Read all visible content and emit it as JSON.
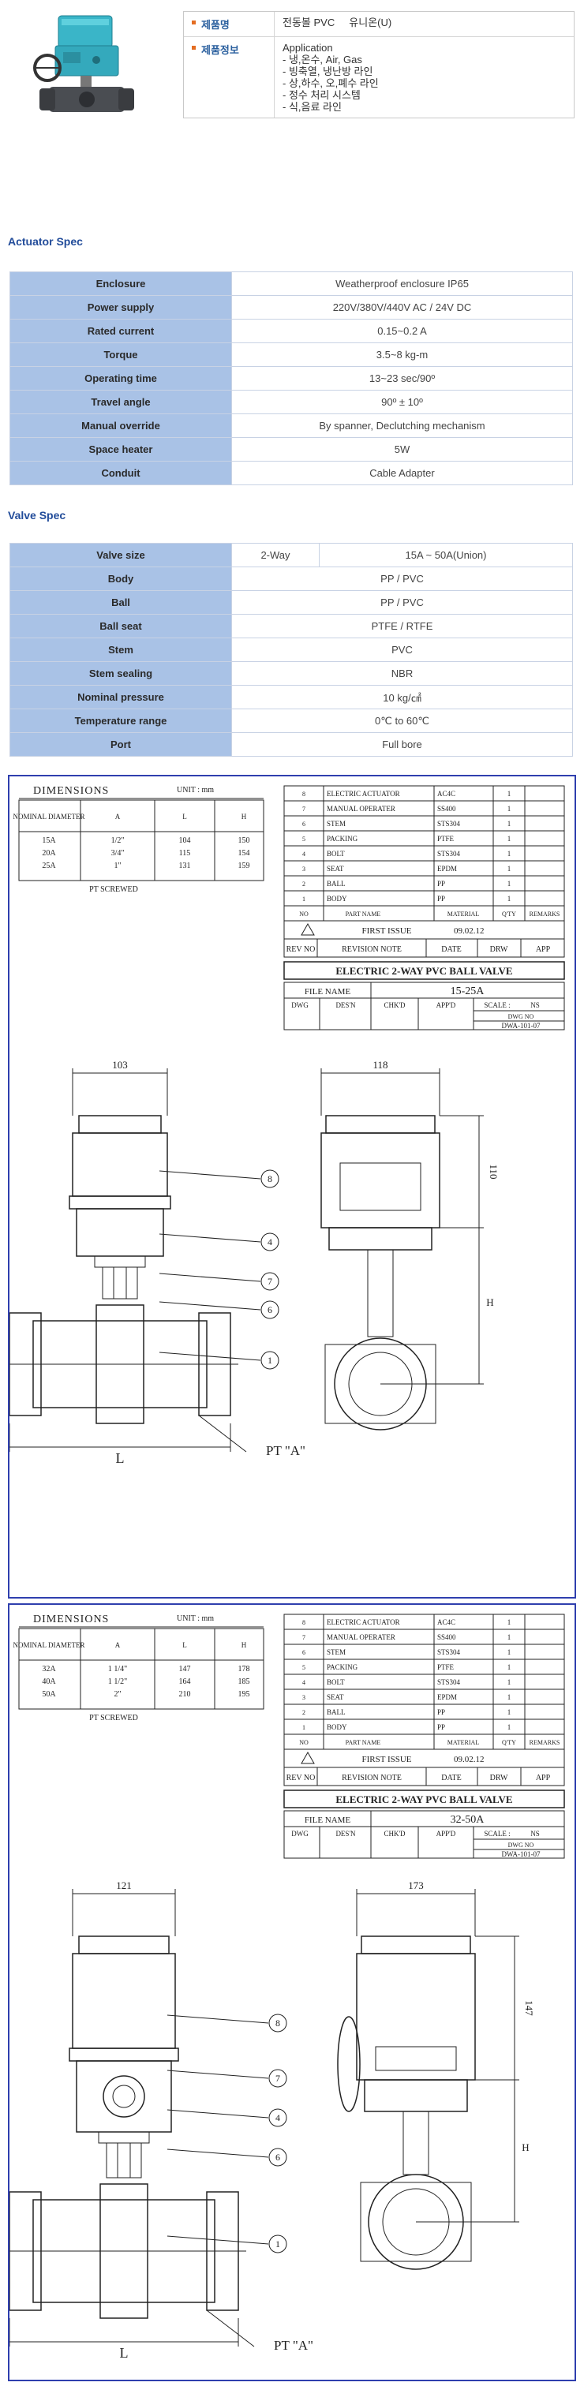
{
  "product": {
    "name_label": "제품명",
    "name_value": "전동볼 PVC     유니온(U)",
    "info_label": "제품정보",
    "info_lines": [
      "Application",
      "- 냉,온수, Air, Gas",
      "- 빙축열, 냉난방 라인",
      "- 상,하수, 오,폐수 라인",
      "- 정수 처리 시스템",
      "- 식,음료 라인"
    ]
  },
  "actuator_spec": {
    "title": "Actuator Spec",
    "rows": [
      {
        "label": "Enclosure",
        "value": "Weatherproof enclosure IP65"
      },
      {
        "label": "Power supply",
        "value": "220V/380V/440V AC / 24V DC"
      },
      {
        "label": "Rated current",
        "value": "0.15~0.2 A"
      },
      {
        "label": "Torque",
        "value": "3.5~8 kg-m"
      },
      {
        "label": "Operating time",
        "value": "13~23 sec/90º"
      },
      {
        "label": "Travel angle",
        "value": "90º ± 10º"
      },
      {
        "label": "Manual override",
        "value": "By spanner, Declutching mechanism"
      },
      {
        "label": "Space heater",
        "value": "5W"
      },
      {
        "label": "Conduit",
        "value": "Cable Adapter"
      }
    ]
  },
  "valve_spec": {
    "title": "Valve Spec",
    "size_row": {
      "label": "Valve size",
      "type": "2-Way",
      "value": "15A ~ 50A(Union)"
    },
    "rows": [
      {
        "label": "Body",
        "value": "PP / PVC"
      },
      {
        "label": "Ball",
        "value": "PP / PVC"
      },
      {
        "label": "Ball seat",
        "value": "PTFE / RTFE"
      },
      {
        "label": "Stem",
        "value": "PVC"
      },
      {
        "label": "Stem sealing",
        "value": "NBR"
      },
      {
        "label": "Nominal pressure",
        "value": "10 kg/㎠"
      },
      {
        "label": "Temperature range",
        "value": "0℃ to 60℃"
      },
      {
        "label": "Port",
        "value": "Full bore"
      }
    ]
  },
  "drawings": [
    {
      "dim_title": "DIMENSIONS",
      "unit": "UNIT : mm",
      "dim_headers": [
        "NOMINAL DIAMETER",
        "A",
        "L",
        "H"
      ],
      "dim_rows": [
        [
          "15A",
          "1/2\"",
          "104",
          "150"
        ],
        [
          "20A",
          "3/4\"",
          "115",
          "154"
        ],
        [
          "25A",
          "1\"",
          "131",
          "159"
        ]
      ],
      "pt_note": "PT SCREWED",
      "parts": [
        {
          "no": "8",
          "name": "ELECTRIC ACTUATOR",
          "mat": "AC4C",
          "qty": "1"
        },
        {
          "no": "7",
          "name": "MANUAL OPERATER",
          "mat": "SS400",
          "qty": "1"
        },
        {
          "no": "6",
          "name": "STEM",
          "mat": "STS304",
          "qty": "1"
        },
        {
          "no": "5",
          "name": "PACKING",
          "mat": "PTFE",
          "qty": "1"
        },
        {
          "no": "4",
          "name": "BOLT",
          "mat": "STS304",
          "qty": "1"
        },
        {
          "no": "3",
          "name": "SEAT",
          "mat": "EPDM",
          "qty": "1"
        },
        {
          "no": "2",
          "name": "BALL",
          "mat": "PP",
          "qty": "1"
        },
        {
          "no": "1",
          "name": "BODY",
          "mat": "PP",
          "qty": "1"
        }
      ],
      "parts_headers": [
        "NO",
        "PART NAME",
        "MATERIAL",
        "Q'TY",
        "REMARKS"
      ],
      "first_issue": "FIRST    ISSUE",
      "issue_date": "09.02.12",
      "rev_headers": [
        "REV NO",
        "REVISION   NOTE",
        "DATE",
        "DRW",
        "APP"
      ],
      "drawing_title": "ELECTRIC 2-WAY PVC BALL VALVE",
      "file_name_label": "FILE NAME",
      "file_name": "15-25A",
      "sign_headers": [
        "DWG",
        "DES'N",
        "CHK'D",
        "APP'D",
        "SCALE :"
      ],
      "scale": "NS",
      "dwg_no_label": "DWG    NO",
      "dwg_no": "DWA-101-07",
      "dim_front_width": "103",
      "dim_side_width": "118",
      "dim_height_upper": "110",
      "dim_H": "H",
      "dim_L": "L",
      "pt_a": "PT \"A\"",
      "callouts": [
        "8",
        "4",
        "7",
        "6",
        "1"
      ]
    },
    {
      "dim_title": "DIMENSIONS",
      "unit": "UNIT : mm",
      "dim_headers": [
        "NOMINAL DIAMETER",
        "A",
        "L",
        "H"
      ],
      "dim_rows": [
        [
          "32A",
          "1 1/4\"",
          "147",
          "178"
        ],
        [
          "40A",
          "1 1/2\"",
          "164",
          "185"
        ],
        [
          "50A",
          "2\"",
          "210",
          "195"
        ]
      ],
      "pt_note": "PT SCREWED",
      "parts": [
        {
          "no": "8",
          "name": "ELECTRIC ACTUATOR",
          "mat": "AC4C",
          "qty": "1"
        },
        {
          "no": "7",
          "name": "MANUAL OPERATER",
          "mat": "SS400",
          "qty": "1"
        },
        {
          "no": "6",
          "name": "STEM",
          "mat": "STS304",
          "qty": "1"
        },
        {
          "no": "5",
          "name": "PACKING",
          "mat": "PTFE",
          "qty": "1"
        },
        {
          "no": "4",
          "name": "BOLT",
          "mat": "STS304",
          "qty": "1"
        },
        {
          "no": "3",
          "name": "SEAT",
          "mat": "EPDM",
          "qty": "1"
        },
        {
          "no": "2",
          "name": "BALL",
          "mat": "PP",
          "qty": "1"
        },
        {
          "no": "1",
          "name": "BODY",
          "mat": "PP",
          "qty": "1"
        }
      ],
      "parts_headers": [
        "NO",
        "PART NAME",
        "MATERIAL",
        "Q'TY",
        "REMARKS"
      ],
      "first_issue": "FIRST    ISSUE",
      "issue_date": "09.02.12",
      "rev_headers": [
        "REV NO",
        "REVISION   NOTE",
        "DATE",
        "DRW",
        "APP"
      ],
      "drawing_title": "ELECTRIC 2-WAY PVC BALL VALVE",
      "file_name_label": "FILE NAME",
      "file_name": "32-50A",
      "sign_headers": [
        "DWG",
        "DES'N",
        "CHK'D",
        "APP'D",
        "SCALE :"
      ],
      "scale": "NS",
      "dwg_no_label": "DWG    NO",
      "dwg_no": "DWA-101-07",
      "dim_front_width": "121",
      "dim_side_width": "173",
      "dim_height_upper": "147",
      "dim_H": "H",
      "dim_L": "L",
      "pt_a": "PT \"A\"",
      "callouts": [
        "8",
        "7",
        "4",
        "6",
        "1"
      ]
    }
  ],
  "colors": {
    "spec_label_bg": "#a9c2e6",
    "section_title": "#224c9a",
    "drawing_border": "#2f3fae",
    "actuator_body": "#3ab5c8"
  }
}
